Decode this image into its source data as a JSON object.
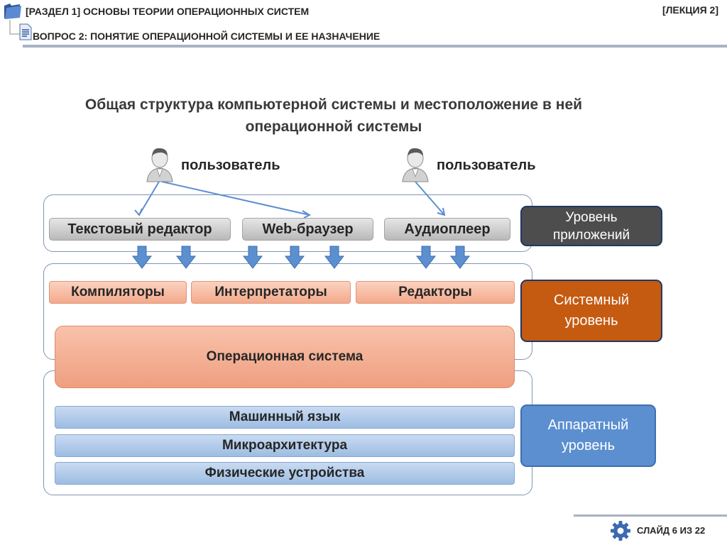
{
  "header": {
    "section": "[РАЗДЕЛ 1] ОСНОВЫ ТЕОРИИ ОПЕРАЦИОННЫХ СИСТЕМ",
    "question": "ВОПРОС 2: ПОНЯТИЕ ОПЕРАЦИОННОЙ СИСТЕМЫ И ЕЕ НАЗНАЧЕНИЕ",
    "lecture": "[ЛЕКЦИЯ 2]"
  },
  "title": {
    "line1": "Общая структура компьютерной системы и местоположение в ней",
    "line2": "операционной системы"
  },
  "users": [
    {
      "label": "пользователь"
    },
    {
      "label": "пользователь"
    }
  ],
  "applications": [
    {
      "label": "Текстовый редактор"
    },
    {
      "label": "Web-браузер"
    },
    {
      "label": "Аудиоплеер"
    }
  ],
  "system_programs": [
    {
      "label": "Компиляторы"
    },
    {
      "label": "Интерпретаторы"
    },
    {
      "label": "Редакторы"
    }
  ],
  "os": {
    "label": "Операционная система"
  },
  "hardware": [
    {
      "label": "Машинный язык"
    },
    {
      "label": "Микроархитектура"
    },
    {
      "label": "Физические устройства"
    }
  ],
  "levels": {
    "apps": {
      "line1": "Уровень",
      "line2": "приложений",
      "color": "#4d4d4d"
    },
    "system": {
      "line1": "Системный",
      "line2": "уровень",
      "color": "#c55a11"
    },
    "hardware": {
      "line1": "Аппаратный",
      "line2": "уровень",
      "color": "#5b8fd0"
    }
  },
  "footer": {
    "slide": "СЛАЙД 6 ИЗ 22"
  }
}
